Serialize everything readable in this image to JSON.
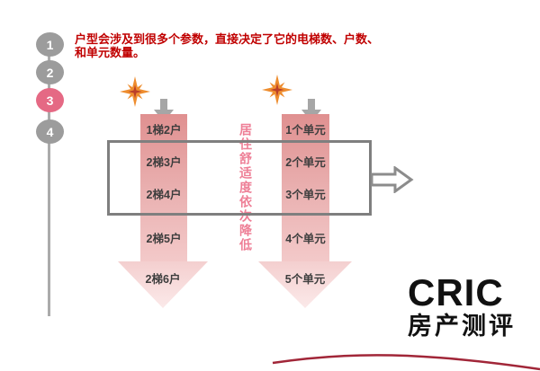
{
  "note": {
    "line1": "户型会涉及到很多个参数，直接决定了它的电梯数、户数、",
    "line2": "和单元数量。"
  },
  "steps": {
    "items": [
      {
        "label": "1",
        "active": false
      },
      {
        "label": "2",
        "active": false
      },
      {
        "label": "3",
        "active": true
      },
      {
        "label": "4",
        "active": false
      }
    ]
  },
  "diagram": {
    "left_flow": {
      "labels": [
        "1梯2户",
        "2梯3户",
        "2梯4户",
        "2梯5户",
        "2梯6户"
      ]
    },
    "right_flow": {
      "labels": [
        "1个单元",
        "2个单元",
        "3个单元",
        "4个单元",
        "5个单元"
      ]
    },
    "center_caption": "居住舒适度依次降低"
  },
  "logo": {
    "title": "CRIC",
    "subtitle": "房产测评"
  },
  "colors": {
    "note_red": "#c00000",
    "step_gray": "#9c9c9c",
    "step_active_pink": "#e56984",
    "flow_dark": "#e09090",
    "flow_light": "#fbe9e9",
    "caption_pink": "#ee7f96",
    "outline_gray": "#7f7f7f",
    "star_orange": "#ee8d2f",
    "star_core_red": "#bb3f28",
    "arc_red": "#a12638"
  }
}
